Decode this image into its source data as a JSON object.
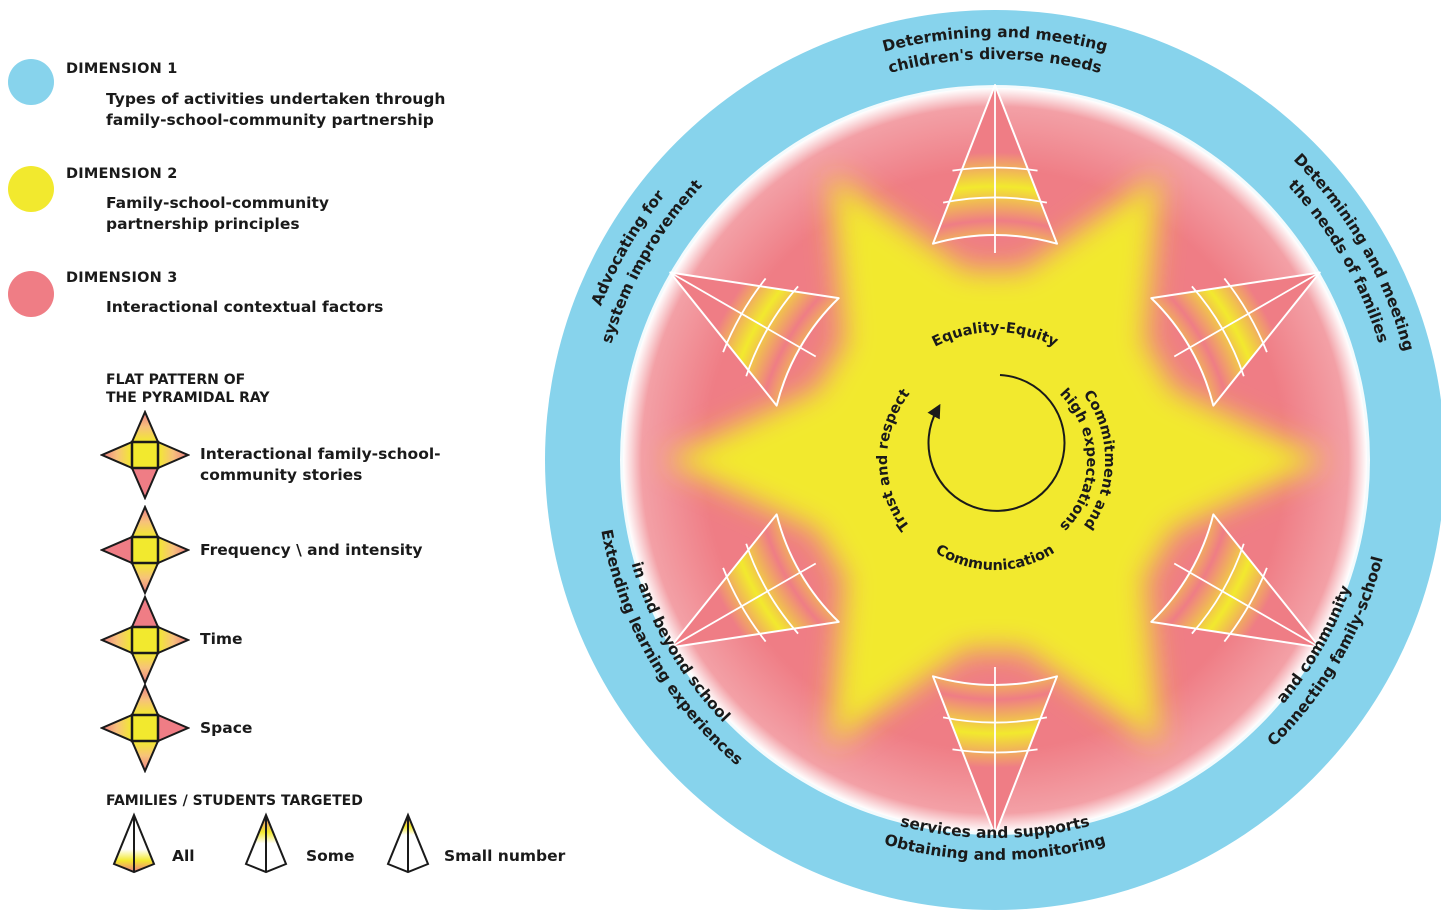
{
  "legend": {
    "dimensions": [
      {
        "title": "DIMENSION 1",
        "text_lines": [
          "Types of activities undertaken through",
          "family-school-community partnership"
        ],
        "color": "#87d3ec"
      },
      {
        "title": "DIMENSION 2",
        "text_lines": [
          "Family-school-community",
          "partnership principles"
        ],
        "color": "#f2e92e"
      },
      {
        "title": "DIMENSION 3",
        "text_lines": [
          "Interactional contextual factors"
        ],
        "color": "#ef7d85"
      }
    ],
    "flat_pattern": {
      "title_lines": [
        "FLAT PATTERN OF",
        "THE PYRAMIDAL RAY"
      ],
      "items": [
        {
          "label_lines": [
            "Interactional family-school-",
            "community stories"
          ],
          "icon": "pyramid-net-stories-icon"
        },
        {
          "label_lines": [
            "Frequency \\ and intensity"
          ],
          "icon": "pyramid-net-frequency-icon"
        },
        {
          "label_lines": [
            "Time"
          ],
          "icon": "pyramid-net-time-icon"
        },
        {
          "label_lines": [
            "Space"
          ],
          "icon": "pyramid-net-space-icon"
        }
      ]
    },
    "targeted": {
      "title": "FAMILIES / STUDENTS TARGETED",
      "items": [
        {
          "label": "All",
          "icon": "pyramid-all-icon"
        },
        {
          "label": "Some",
          "icon": "pyramid-some-icon"
        },
        {
          "label": "Small number",
          "icon": "pyramid-small-number-icon"
        }
      ]
    }
  },
  "wheel": {
    "colors": {
      "outer_ring": "#87d3ec",
      "inner_disc": "#ef7d85",
      "star": "#f2e92e"
    },
    "dimension1_activities": [
      {
        "lines": [
          "Determining and meeting",
          "children's diverse needs"
        ]
      },
      {
        "lines": [
          "Determining and meeting",
          "the needs of families"
        ]
      },
      {
        "lines": [
          "Connecting family-school",
          "and community"
        ]
      },
      {
        "lines": [
          "Obtaining and monitoring",
          "services and supports"
        ]
      },
      {
        "lines": [
          "Extending learning experiences",
          "in and beyond school"
        ]
      },
      {
        "lines": [
          "Advocating for",
          "system improvement"
        ]
      }
    ],
    "dimension2_principles": {
      "top": "Equality-Equity",
      "right_lines": [
        "Commitment and",
        "high expectations"
      ],
      "bottom": "Communication",
      "left": "Trust and respect"
    }
  }
}
